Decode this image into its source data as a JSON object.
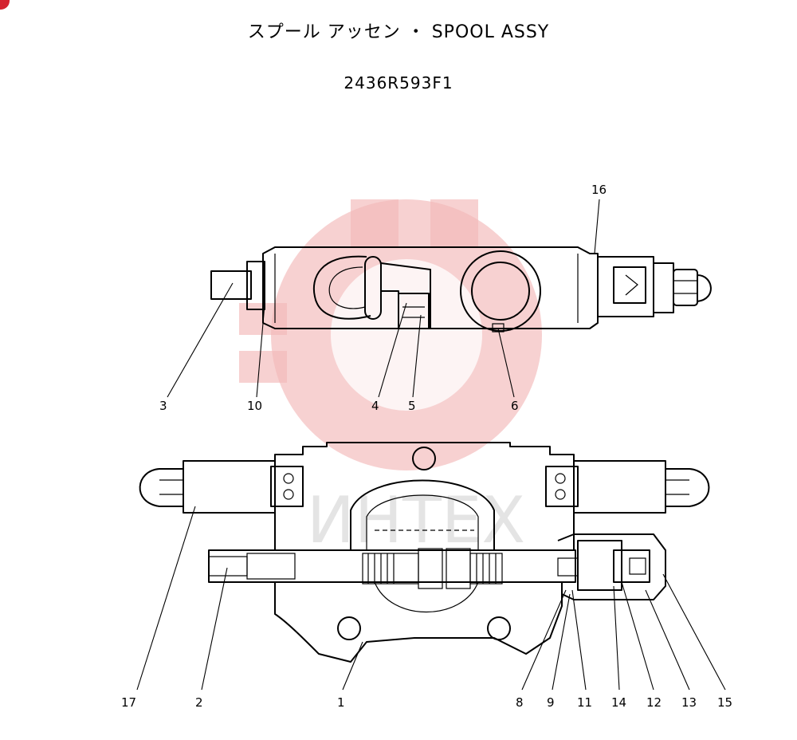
{
  "header": {
    "title": "スプール アッセン ・ SPOOL ASSY",
    "part_number": "2436R593F1"
  },
  "watermark": {
    "text": "ИНТЕХ",
    "color": "#e03a3a"
  },
  "callouts": {
    "top_view": [
      "3",
      "10",
      "4",
      "5",
      "6",
      "16"
    ],
    "bottom_view": [
      "17",
      "2",
      "1",
      "8",
      "9",
      "11",
      "14",
      "12",
      "13",
      "15"
    ]
  },
  "labels": {
    "c1": "1",
    "c2": "2",
    "c3": "3",
    "c4": "4",
    "c5": "5",
    "c6": "6",
    "c8": "8",
    "c9": "9",
    "c10": "10",
    "c11": "11",
    "c12": "12",
    "c13": "13",
    "c14": "14",
    "c15": "15",
    "c16": "16",
    "c17": "17"
  }
}
